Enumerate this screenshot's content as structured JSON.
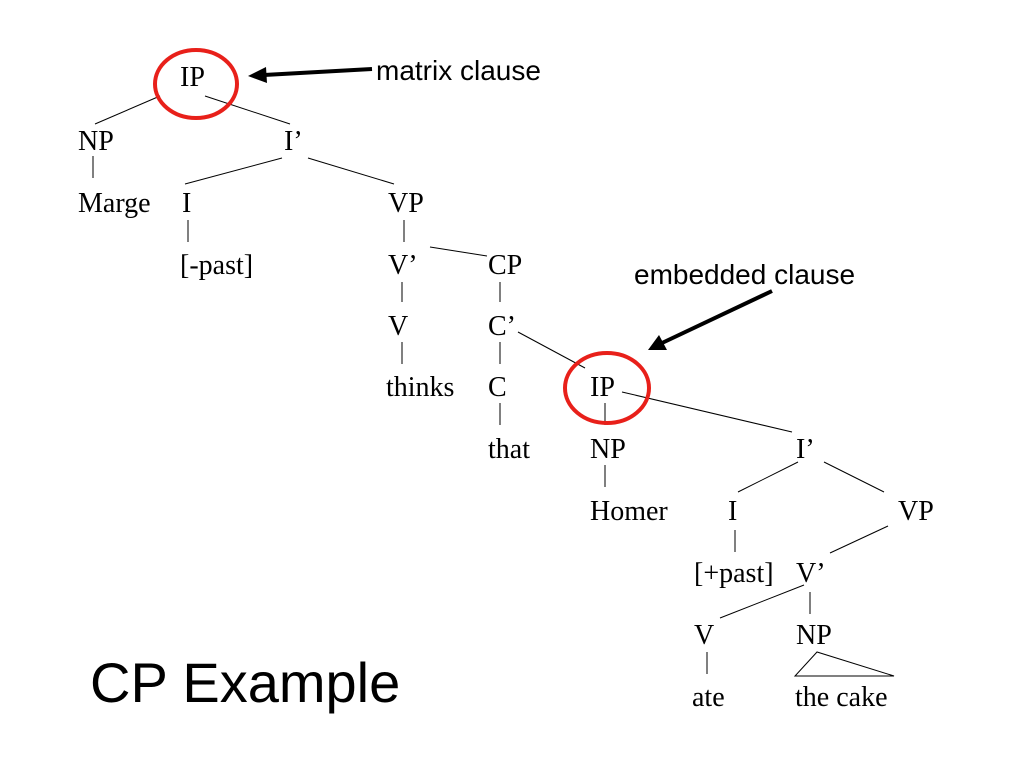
{
  "slide": {
    "title": "CP Example",
    "callouts": {
      "matrix": "matrix clause",
      "embedded": "embedded clause"
    },
    "colors": {
      "highlight_ring": "#e8201a",
      "text": "#000000",
      "background": "#ffffff"
    }
  },
  "tree": {
    "ip_matrix": "IP",
    "np_marge": "NP",
    "marge": "Marge",
    "ibar_matrix": "I’",
    "i_matrix": "I",
    "past_neg": "[-past]",
    "vp_matrix": "VP",
    "vbar_matrix": "V’",
    "v_matrix": "V",
    "thinks": "thinks",
    "cp": "CP",
    "cbar": "C’",
    "c": "C",
    "that": "that",
    "ip_embedded": "IP",
    "np_homer": "NP",
    "homer": "Homer",
    "ibar_embedded": "I’",
    "i_embedded": "I",
    "past_pos": "[+past]",
    "vp_embedded": "VP",
    "vbar_embedded": "V’",
    "v_embedded": "V",
    "ate": "ate",
    "np_cake": "NP",
    "the_cake": "the cake"
  }
}
